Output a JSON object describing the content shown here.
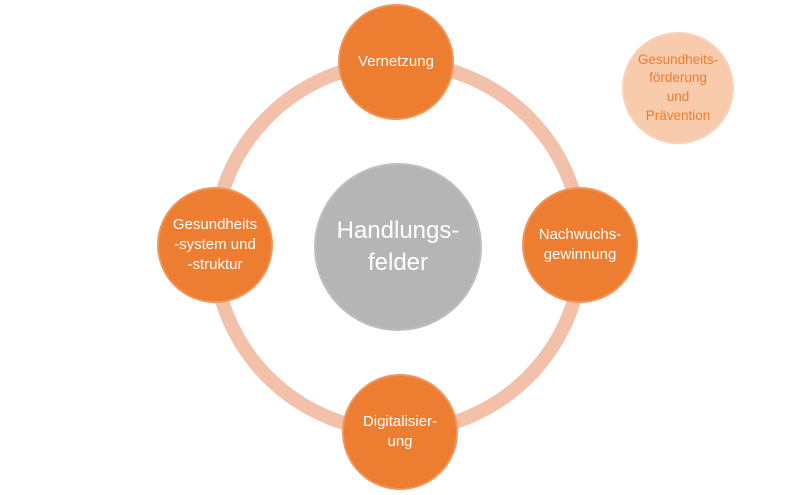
{
  "colors": {
    "background": "#FFFFFF",
    "node_fill": "#ED7D31",
    "node_text": "#FFFFFF",
    "ring": "#F3C0A9",
    "center_fill": "#B5B5B5",
    "center_text": "#FFFFFF",
    "side_circle_fill": "#F8CBAD",
    "side_circle_text": "#ED7D31"
  },
  "diagram": {
    "center": {
      "lines": [
        "Handlungs-",
        "felder"
      ]
    },
    "nodes": [
      {
        "position": "top",
        "lines": [
          "Vernetzung"
        ]
      },
      {
        "position": "right",
        "lines": [
          "Nachwuchs-",
          "gewinnung"
        ]
      },
      {
        "position": "bottom",
        "lines": [
          "Digitalisier-",
          "ung"
        ]
      },
      {
        "position": "left",
        "lines": [
          "Gesundheits",
          "-system und",
          "-struktur"
        ]
      }
    ],
    "standalone": {
      "lines": [
        "Gesundheits-",
        "förderung",
        "und",
        "Prävention"
      ]
    }
  }
}
